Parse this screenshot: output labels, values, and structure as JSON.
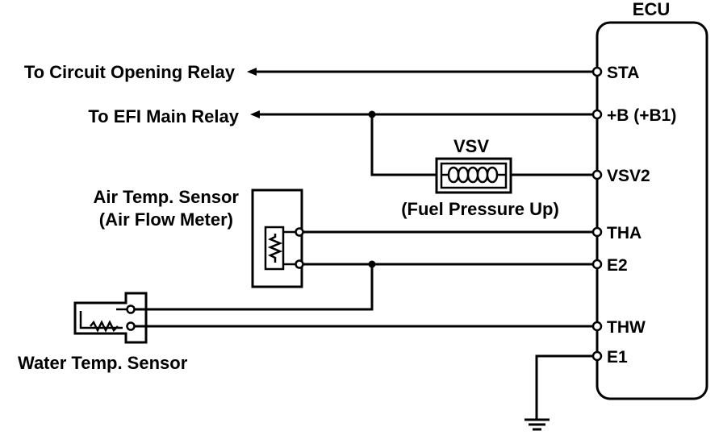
{
  "ecu": {
    "title": "ECU"
  },
  "pins": {
    "sta": "STA",
    "b": "+B (+B1)",
    "vsv2": "VSV2",
    "tha": "THA",
    "e2": "E2",
    "thw": "THW",
    "e1": "E1"
  },
  "labels": {
    "circuit_opening_relay": "To Circuit Opening Relay",
    "efi_main_relay": "To EFI Main Relay",
    "vsv": "VSV",
    "fuel_pressure_up": "(Fuel Pressure Up)",
    "air_temp_sensor": "Air Temp. Sensor",
    "air_flow_meter": "(Air Flow Meter)",
    "water_temp_sensor": "Water Temp. Sensor"
  }
}
